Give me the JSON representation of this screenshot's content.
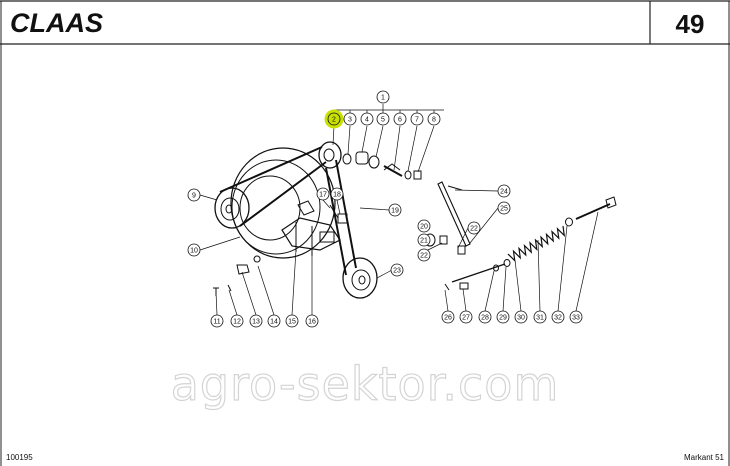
{
  "header": {
    "brand": "CLAAS",
    "page_number": "49"
  },
  "footer": {
    "drawing_number": "100195",
    "model": "Markant 51"
  },
  "watermark": "agro-sektor.com",
  "callouts": {
    "assembly": "1",
    "top_row": [
      "2",
      "3",
      "4",
      "5",
      "6",
      "7",
      "8"
    ],
    "highlighted": "2",
    "left": [
      "9",
      "10"
    ],
    "bottom_row": [
      "11",
      "12",
      "13",
      "14",
      "15",
      "16"
    ],
    "mid": [
      "17",
      "18",
      "19",
      "20",
      "21",
      "22",
      "23"
    ],
    "right_mid": [
      "24",
      "25",
      "22"
    ],
    "bottom_right": [
      "26",
      "27",
      "28",
      "29",
      "30",
      "31",
      "32",
      "33"
    ]
  },
  "colors": {
    "highlight": "#c8e000",
    "line": "#111111",
    "frame": "#222222"
  }
}
